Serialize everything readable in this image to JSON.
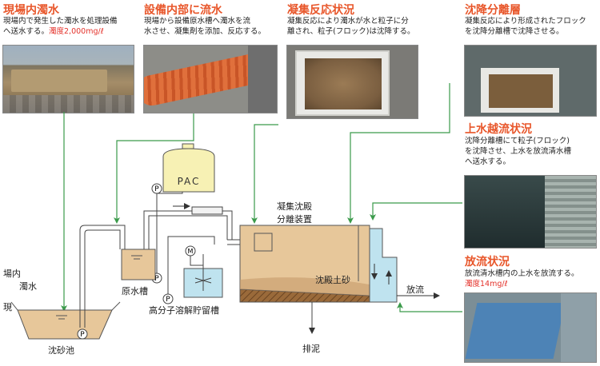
{
  "panels": {
    "site_water": {
      "title": "現場内濁水",
      "desc_line1": "現場内で発生した濁水を処理設備",
      "desc_line2": "へ送水する。",
      "turbidity": "濁度2,000mg/ℓ"
    },
    "inflow": {
      "title": "設備内部に流水",
      "desc_line1": "現場から設備原水槽へ濁水を流",
      "desc_line2": "水させ、凝集剤を添加、反応する。"
    },
    "coagulation": {
      "title": "凝集反応状況",
      "desc_line1": "凝集反応により濁水が水と粒子に分",
      "desc_line2": "離され、粒子(フロック)は沈降する。"
    },
    "settling_layer": {
      "title": "沈降分離層",
      "desc_line1": "凝集反応により形成されたフロック",
      "desc_line2": "を沈降分離槽で沈降させる。"
    },
    "overflow": {
      "title": "上水越流状況",
      "desc_line1": "沈降分離槽にて粒子(フロック)",
      "desc_line2": "を沈降させ、上水を放流清水槽",
      "desc_line3": "へ送水する。"
    },
    "discharge": {
      "title": "放流状況",
      "desc_line1": "放流清水槽内の上水を放流する。",
      "turbidity": "濁度14mg/ℓ"
    }
  },
  "diagram": {
    "site_label_1": "場内",
    "site_label_2": "濁水",
    "site_label_3": "現",
    "sand_basin": "沈砂池",
    "raw_tank": "原水槽",
    "pac": "PAC",
    "polymer_tank": "高分子溶解貯留槽",
    "separator_1": "凝集沈殿",
    "separator_2": "分離装置",
    "sediment": "沈殿土砂",
    "discharge": "放流",
    "drain": "排泥",
    "pump": "P",
    "motor": "M"
  },
  "colors": {
    "title": "#e8562a",
    "red_text": "#e4322b",
    "arrow_green": "#3a9a4a",
    "pipe": "#444444",
    "tank_water": "#e7c79a",
    "sediment": "#9a6a3a",
    "clear_water": "#bfe3ef",
    "pac_tank": "#f7f1b4"
  }
}
